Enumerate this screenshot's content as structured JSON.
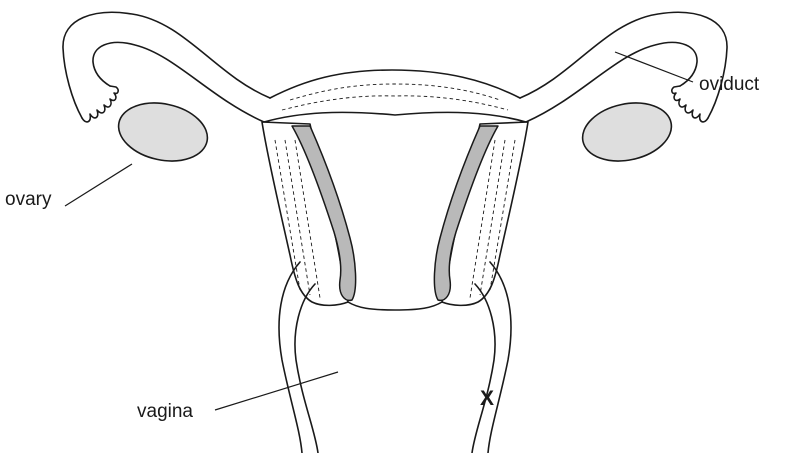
{
  "labels": {
    "oviduct": "oviduct",
    "ovary": "ovary",
    "vagina": "vagina",
    "marker_x": "X"
  }
}
